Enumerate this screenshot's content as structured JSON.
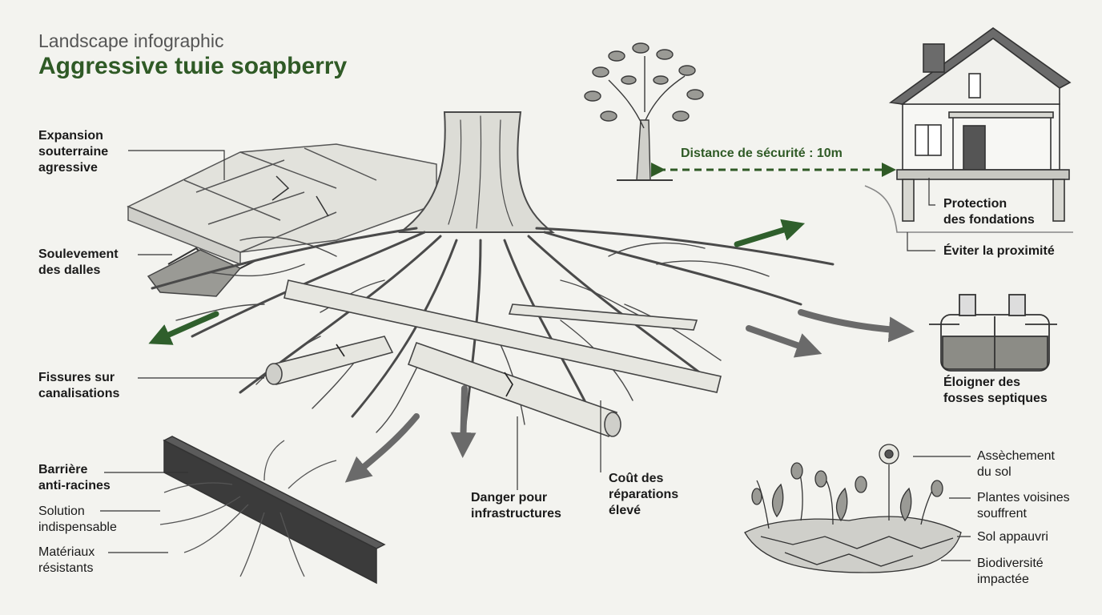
{
  "header": {
    "subtitle": "Landscape infographic",
    "title": "Aggressive tɯie soapberry"
  },
  "labels": {
    "expansion": [
      "Expansion",
      "souterraine",
      "agressive"
    ],
    "soulevement": [
      "Soulevement",
      "des dalles"
    ],
    "fissures": [
      "Fissures sur",
      "canalisations"
    ],
    "barriere": [
      "Barrière",
      "anti-racines"
    ],
    "solution": [
      "Solution",
      "indispensable"
    ],
    "materiaux": [
      "Matériaux",
      "résistants"
    ],
    "danger": [
      "Danger pour",
      "infrastructures"
    ],
    "cout": [
      "Coût des",
      "réparations",
      "élevé"
    ],
    "distance": "Distance de sécurité : 10m",
    "protection": [
      "Protection",
      "des fondations"
    ],
    "eviter": "Éviter la proximité",
    "eloigner": [
      "Éloigner des",
      "fosses septiques"
    ],
    "assechement": [
      "Assèchement",
      "du sol"
    ],
    "plantes": [
      "Plantes voisines",
      "souffrent"
    ],
    "sol": "Sol appauvri",
    "biodiversite": [
      "Biodiversité",
      "impactée"
    ]
  },
  "colors": {
    "accent_green": "#2f5a26",
    "arrow_green": "#2f5f2c",
    "arrow_gray": "#6a6a6a",
    "ink": "#3a3a3a",
    "background": "#f3f3ef"
  }
}
